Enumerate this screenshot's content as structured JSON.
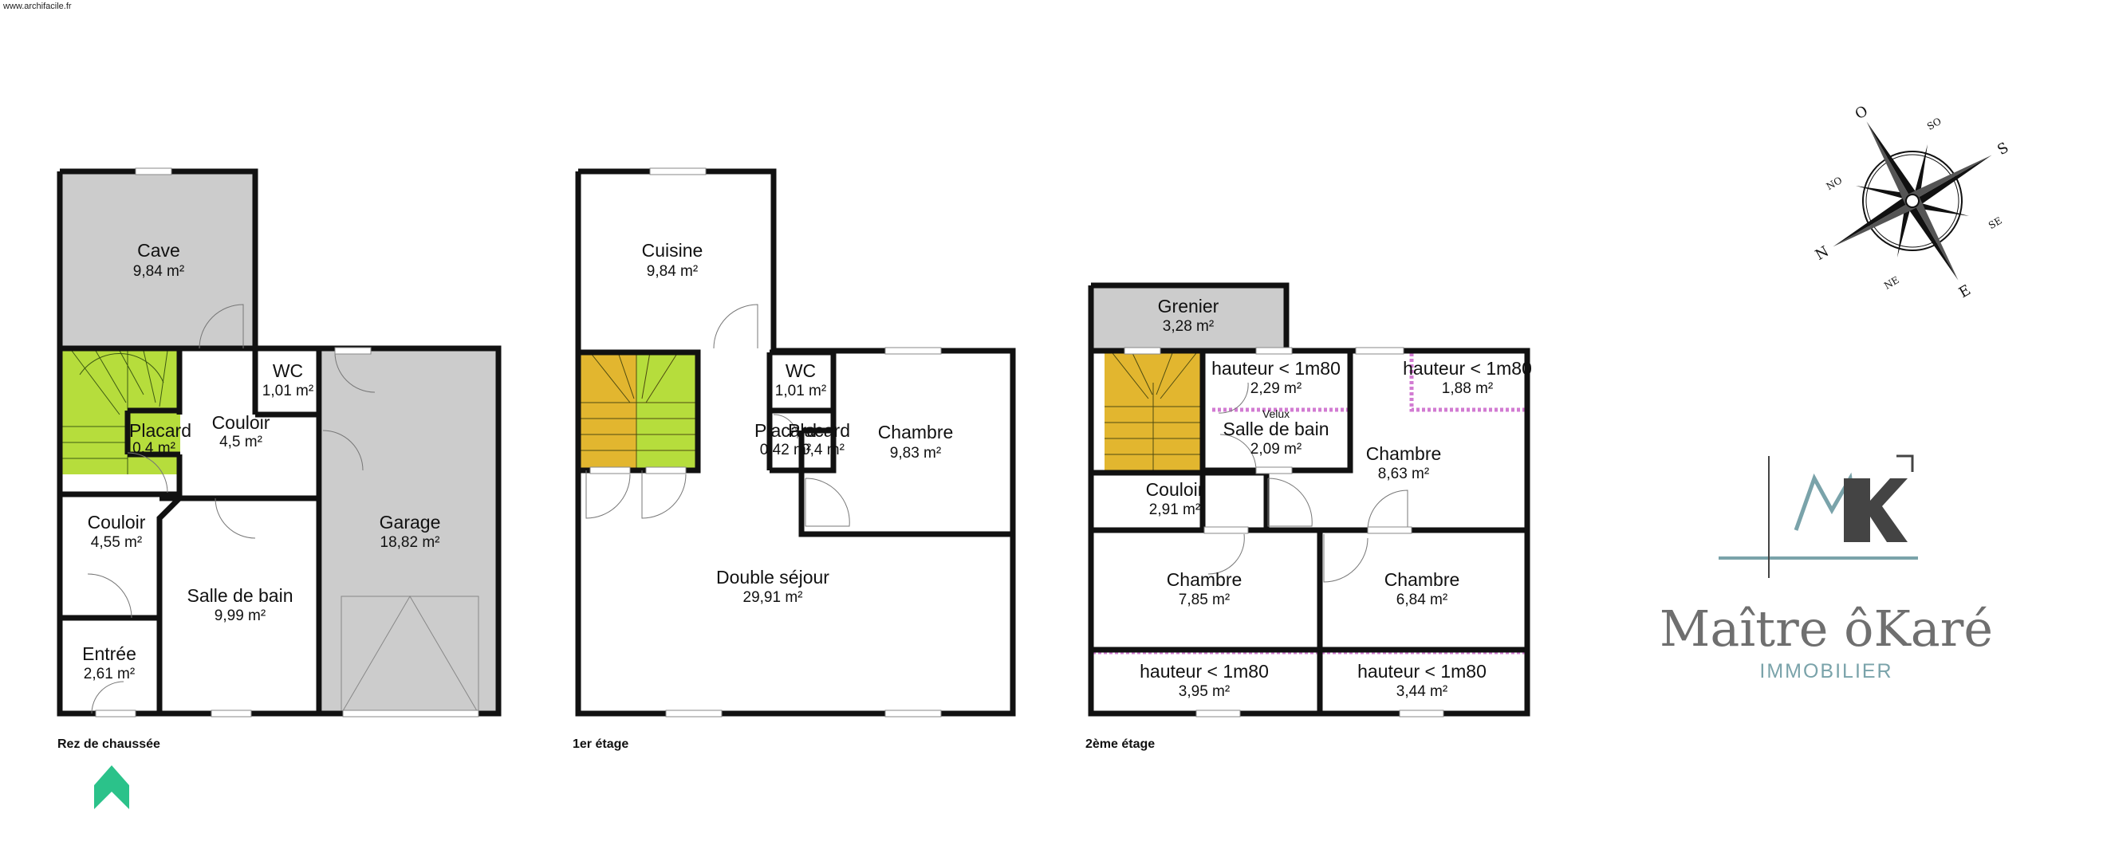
{
  "source": "www.archifacile.fr",
  "levels": [
    {
      "label": "Rez de chaussée",
      "rooms": [
        {
          "name": "Cave",
          "area": "9,84 m²"
        },
        {
          "name": "WC",
          "area": "1,01 m²"
        },
        {
          "name": "Placard",
          "area": "0,4 m²"
        },
        {
          "name": "Couloir",
          "area": "4,5 m²"
        },
        {
          "name": "Couloir",
          "area": "4,55 m²"
        },
        {
          "name": "Salle de bain",
          "area": "9,99 m²"
        },
        {
          "name": "Garage",
          "area": "18,82 m²"
        },
        {
          "name": "Entrée",
          "area": "2,61 m²"
        }
      ]
    },
    {
      "label": "1er étage",
      "rooms": [
        {
          "name": "Cuisine",
          "area": "9,84 m²"
        },
        {
          "name": "WC",
          "area": "1,01 m²"
        },
        {
          "name": "Placard",
          "area": "0,42 m²"
        },
        {
          "name": "Placard",
          "area": "0,4 m²"
        },
        {
          "name": "Chambre",
          "area": "9,83 m²"
        },
        {
          "name": "Double séjour",
          "area": "29,91 m²"
        }
      ]
    },
    {
      "label": "2ème étage",
      "rooms": [
        {
          "name": "Grenier",
          "area": "3,28 m²"
        },
        {
          "name": "hauteur < 1m80",
          "area": "2,29 m²"
        },
        {
          "name": "hauteur < 1m80",
          "area": "1,88 m²"
        },
        {
          "name": "Salle de bain",
          "area": "2,09 m²"
        },
        {
          "name": "Chambre",
          "area": "8,63 m²"
        },
        {
          "name": "Couloir",
          "area": "2,91 m²"
        },
        {
          "name": "Chambre",
          "area": "7,85 m²"
        },
        {
          "name": "Chambre",
          "area": "6,84 m²"
        },
        {
          "name": "hauteur < 1m80",
          "area": "3,95 m²"
        },
        {
          "name": "hauteur < 1m80",
          "area": "3,44 m²"
        }
      ],
      "note": "Velux"
    }
  ],
  "compass": {
    "n": "N",
    "ne": "NE",
    "e": "E",
    "se": "SE",
    "s": "S",
    "so": "SO",
    "o": "O",
    "no": "NO"
  },
  "logo": {
    "name": "Maître ôKaré",
    "subtitle": "IMMOBILIER",
    "monogram_color": "#7aa3aa"
  },
  "colors": {
    "wall": "#111111",
    "grey_room": "#cccccc",
    "stair_green": "#b6dd3c",
    "stair_yellow": "#e2b62f",
    "low_ceiling": "#d27bd2",
    "north_arrow": "#2bc28a"
  },
  "icons": {
    "north_arrow": "north-arrow-icon",
    "compass": "compass-rose-icon"
  }
}
